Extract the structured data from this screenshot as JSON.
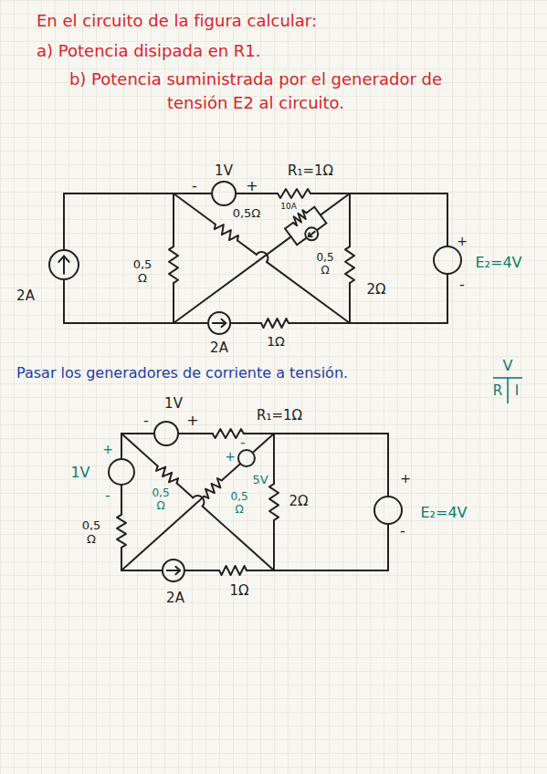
{
  "diagram": {
    "title": "En el circuito de la figura calcular:",
    "labels": [
      "a) Potencia disipada en R1.",
      "b) Potencia suministrada por el generador de tensión E2 al circuito.",
      "1V",
      "-",
      "+",
      "R₁=1Ω",
      "0,5Ω",
      "10A",
      "0,5 Ω",
      "0,5 Ω",
      "2Ω",
      "+",
      "E₂=4V",
      "-",
      "2A",
      "2A",
      "1Ω",
      "Pasar los generadores de corriente a tensión.",
      "V",
      "R",
      "I",
      "1V",
      "-",
      "+",
      "R₁=1Ω",
      "+",
      "-",
      "5V",
      "1V",
      "+",
      "-",
      "0,5 Ω",
      "0,5 Ω",
      "2Ω",
      "+",
      "E₂=4V",
      "-",
      "0,5 Ω",
      "2A",
      "1Ω"
    ]
  }
}
